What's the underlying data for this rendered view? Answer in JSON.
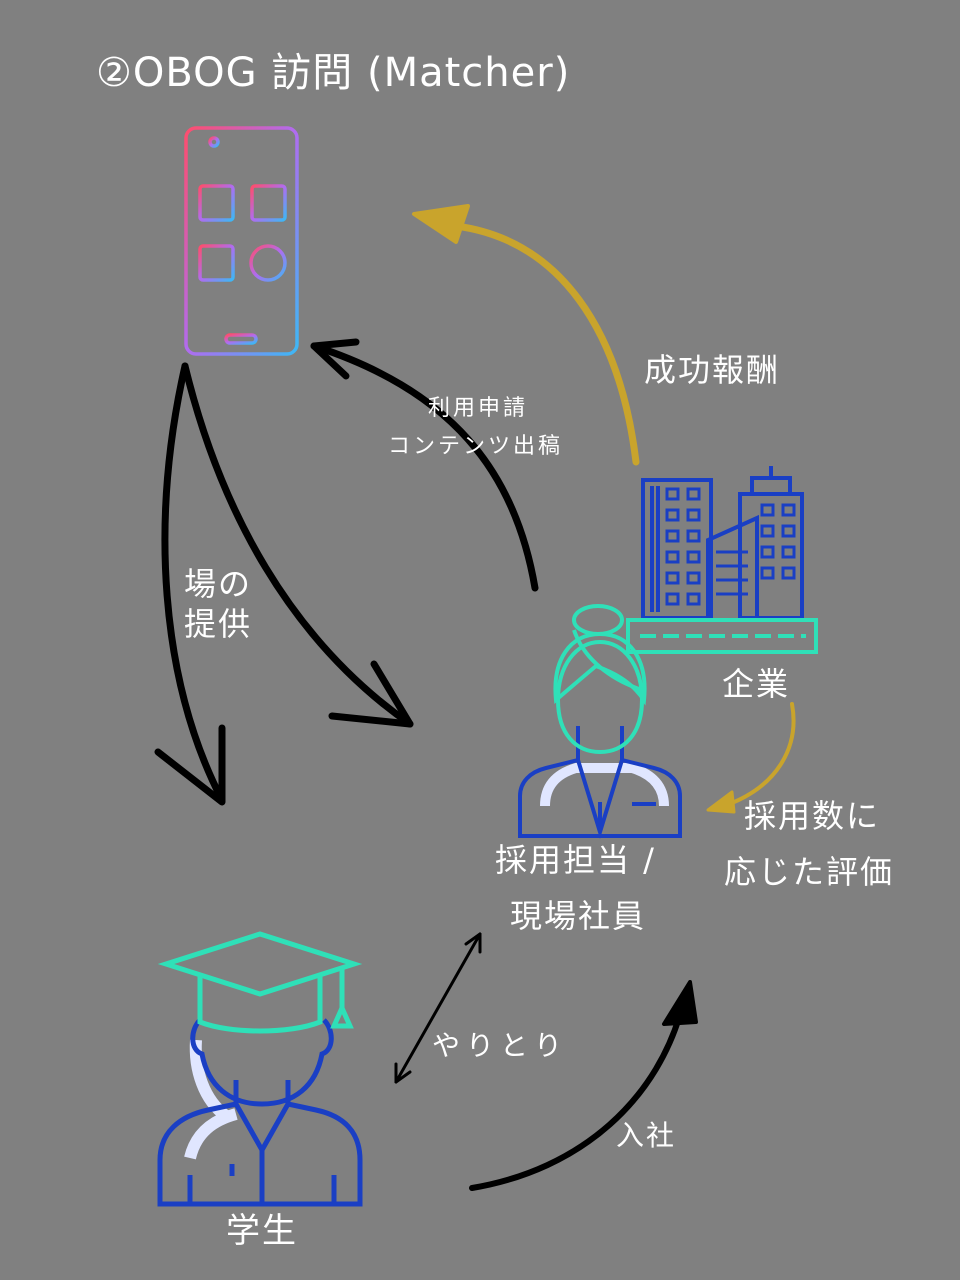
{
  "title": "②OBOG 訪問 (Matcher)",
  "nodes": {
    "app": {
      "icon": "smartphone-app-icon"
    },
    "company": {
      "label": "企業",
      "icon": "office-buildings-icon"
    },
    "recruiter": {
      "label_line1": "採用担当 /",
      "label_line2": "現場社員",
      "icon": "female-employee-icon"
    },
    "student": {
      "label": "学生",
      "icon": "graduate-student-icon"
    }
  },
  "edges": {
    "apply": "利用申請",
    "content": "コンテンツ出稿",
    "success_fee": "成功報酬",
    "provide_line1": "場の",
    "provide_line2": "提供",
    "evaluation_line1": "採用数に",
    "evaluation_line2": "応じた評価",
    "interaction": "やりとり",
    "join": "入社"
  },
  "colors": {
    "background": "#808080",
    "black_arrow": "#000000",
    "gold_arrow": "#c9a42c",
    "blue": "#1a3fc4",
    "teal": "#2fe0b8",
    "phone_gradient_top": "#ff4d6d",
    "phone_gradient_mid": "#b06cf0",
    "phone_gradient_bottom": "#3db8f5"
  }
}
